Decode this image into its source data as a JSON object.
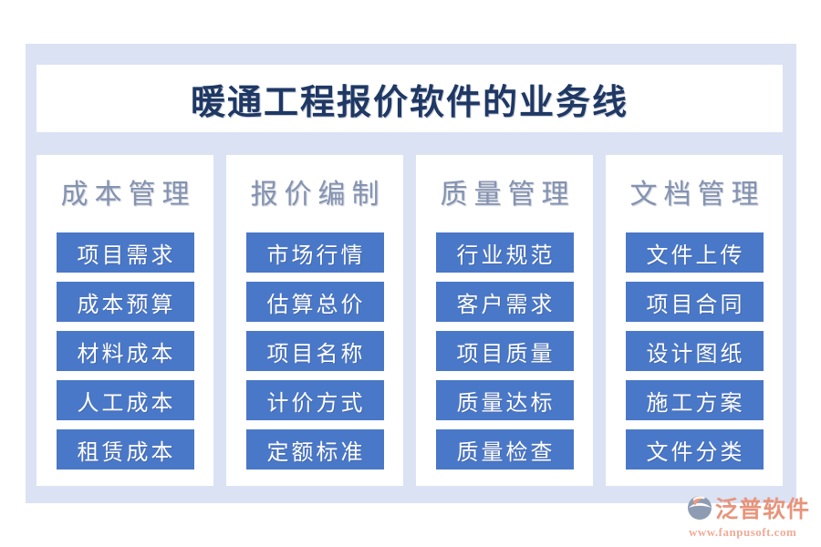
{
  "page": {
    "title": "暖通工程报价软件的业务线"
  },
  "columns": [
    {
      "header": "成本管理",
      "items": [
        "项目需求",
        "成本预算",
        "材料成本",
        "人工成本",
        "租赁成本"
      ]
    },
    {
      "header": "报价编制",
      "items": [
        "市场行情",
        "估算总价",
        "项目名称",
        "计价方式",
        "定额标准"
      ]
    },
    {
      "header": "质量管理",
      "items": [
        "行业规范",
        "客户需求",
        "项目质量",
        "质量达标",
        "质量检查"
      ]
    },
    {
      "header": "文档管理",
      "items": [
        "文件上传",
        "项目合同",
        "设计图纸",
        "施工方案",
        "文件分类"
      ]
    }
  ],
  "watermark": {
    "brand": "泛普软件",
    "url": "www.fanpusoft.com",
    "logo_icon": "fanpu-logo-icon"
  },
  "colors": {
    "panel_bg": "#dae2f4",
    "button_blue": "#4a78c8",
    "title_navy": "#1f3864",
    "header_gray_blue": "#8493b0",
    "watermark_coral": "#e8947b"
  }
}
